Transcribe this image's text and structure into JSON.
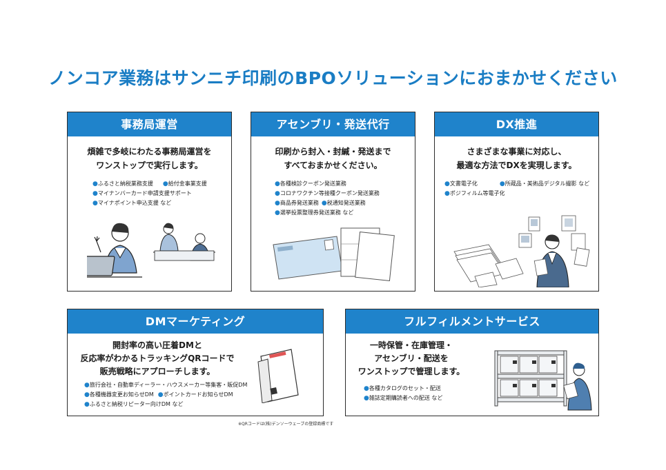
{
  "title": "ノンコア業務はサンニチ印刷のBPOソリューションにおまかせください",
  "cards": [
    {
      "heading": "事務局運営",
      "lead": [
        "煩雑で多岐にわたる事務局運営を",
        "ワンストップで実行します。"
      ],
      "bullets": [
        [
          "ふるさと納税業務支援",
          "給付金事業支援"
        ],
        [
          "マイナンバーカード申請支援サポート"
        ],
        [
          "マイナポイント申込支援 など"
        ]
      ],
      "illustration": "office-workers-illustration"
    },
    {
      "heading": "アセンブリ・発送代行",
      "lead": [
        "印刷から封入・封緘・発送まで",
        "すべておまかせください。"
      ],
      "bullets": [
        [
          "各種検診クーポン発送業務"
        ],
        [
          "コロナワクチン等接種クーポン発送業務"
        ],
        [
          "商品券発送業務",
          "税通知発送業務"
        ],
        [
          "選挙投票整理券発送業務 など"
        ]
      ],
      "illustration": "envelope-letters-illustration"
    },
    {
      "heading": "DX推進",
      "lead": [
        "さまざまな事業に対応し、",
        "最適な方法でDXを実現します。"
      ],
      "bullets": [
        [
          "文書電子化",
          "所蔵品・美術品デジタル撮影 など"
        ],
        [
          "ポジフィルム等電子化"
        ]
      ],
      "illustration": "digitization-illustration"
    },
    {
      "heading": "DMマーケティング",
      "lead": [
        "開封率の高い圧着DMと",
        "反応率がわかるトラッキングQRコードで",
        "販売戦略にアプローチします。"
      ],
      "bullets": [
        [
          "旅行会社・自動車ディーラー・ハウスメーカー等集客・販促DM"
        ],
        [
          "各種機器変更お知らせDM",
          "ポイントカードお知らせDM"
        ],
        [
          "ふるさと納税リピーター向けDM など"
        ]
      ],
      "illustration": "pressure-sealed-dm-illustration"
    },
    {
      "heading": "フルフィルメントサービス",
      "lead": [
        "一時保管・在庫管理・",
        "アセンブリ・配送を",
        "ワンストップで管理します。"
      ],
      "bullets": [
        [
          "各種カタログのセット・配送"
        ],
        [
          "雑誌定期購読者への配送 など"
        ]
      ],
      "illustration": "warehouse-illustration"
    }
  ],
  "note": "※QRコードは(株)デンソーウェーブの登録商標です",
  "colors": {
    "accent": "#1f83cb",
    "title": "#1a7dc4"
  }
}
